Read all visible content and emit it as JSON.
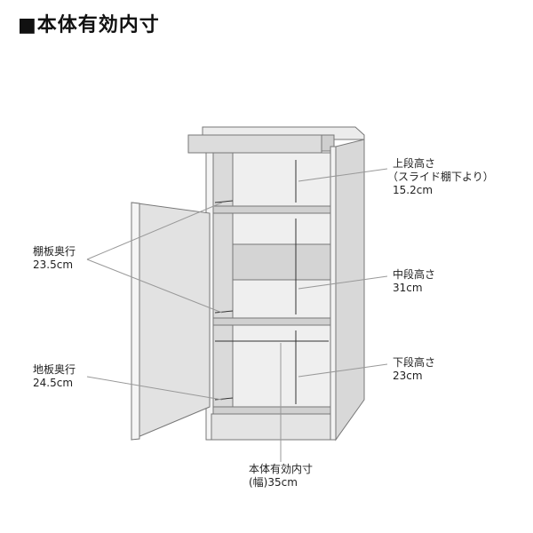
{
  "title": "■本体有効内寸",
  "labels": {
    "upper": {
      "name": "上段高さ",
      "note": "（スライド棚下より）",
      "value": "15.2cm"
    },
    "middle": {
      "name": "中段高さ",
      "value": "31cm"
    },
    "lower": {
      "name": "下段高さ",
      "value": "23cm"
    },
    "shelf_depth": {
      "name": "棚板奥行",
      "value": "23.5cm"
    },
    "floor_depth": {
      "name": "地板奥行",
      "value": "24.5cm"
    },
    "width": {
      "name": "本体有効内寸",
      "value": "(幅)35cm"
    }
  }
}
